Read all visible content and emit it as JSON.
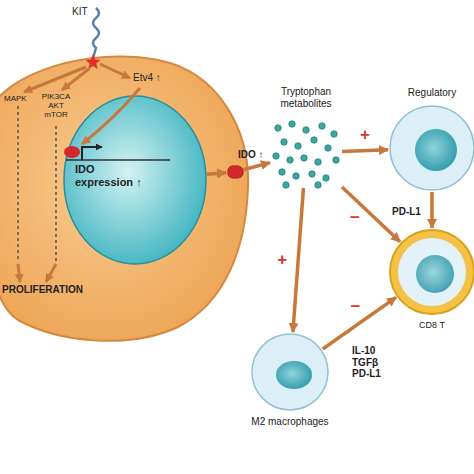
{
  "diagram": {
    "nodes": [
      {
        "text": [
          "KIT",
          "MAPK",
          "PIK3CA AKT mTOR",
          "PROLIFERATION",
          "Etv4 ↑"
        ]
      },
      {
        "text": [
          "IDO expression ↑"
        ],
        "in": 0
      },
      {
        "text": [
          "IDO ↑"
        ],
        "in": 0
      },
      {
        "text": [
          "Tryptophan metabolites"
        ]
      },
      {
        "text": [
          "Regulatory"
        ]
      },
      {
        "text": [
          "CD8 T"
        ]
      },
      {
        "text": [
          "M2 macrophages"
        ]
      }
    ],
    "edges": [
      {
        "from": 1,
        "to": 2,
        "arrow": "to"
      },
      {
        "from": 2,
        "to": 3,
        "arrow": "to"
      },
      {
        "from": 3,
        "to": 4,
        "label": "+",
        "arrow": "to"
      },
      {
        "from": 3,
        "to": 5,
        "label": "−",
        "arrow": "to"
      },
      {
        "from": 4,
        "to": 5,
        "arrow": "to"
      },
      {
        "from": 3,
        "to": 6,
        "label": "+",
        "arrow": "to"
      },
      {
        "from": 6,
        "to": 5,
        "label": "−",
        "arrow": "to"
      }
    ],
    "labels": [
      "PD-L1",
      "IL-10 TGFβ PD-L1"
    ]
  }
}
